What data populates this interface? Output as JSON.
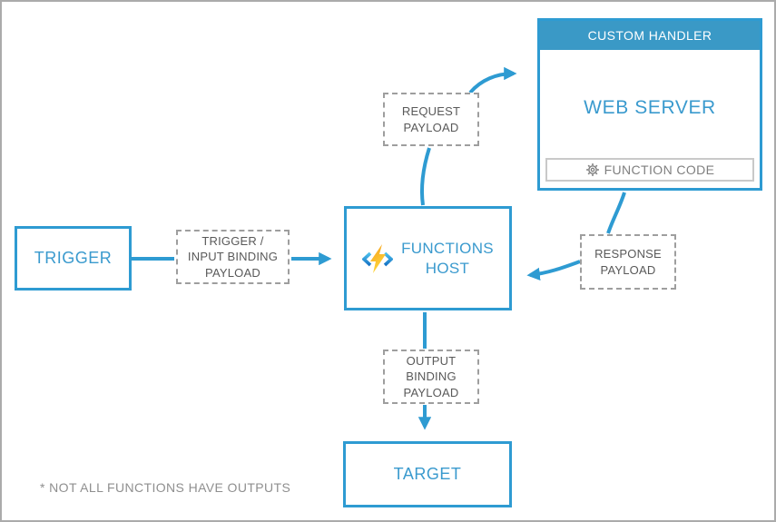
{
  "nodes": {
    "trigger": {
      "label": "TRIGGER"
    },
    "input_binding_payload": {
      "line1": "TRIGGER /",
      "line2": "INPUT BINDING",
      "line3": "PAYLOAD"
    },
    "functions_host": {
      "line1": "FUNCTIONS",
      "line2": "HOST",
      "icon": "azure-functions-lightning-icon"
    },
    "request_payload": {
      "line1": "REQUEST",
      "line2": "PAYLOAD"
    },
    "custom_handler": {
      "header": "CUSTOM HANDLER",
      "web_server": "WEB SERVER",
      "function_code": {
        "label": "FUNCTION CODE",
        "icon": "gear-icon"
      }
    },
    "response_payload": {
      "line1": "RESPONSE",
      "line2": "PAYLOAD"
    },
    "output_binding_payload": {
      "line1": "OUTPUT",
      "line2": "BINDING",
      "line3": "PAYLOAD"
    },
    "target": {
      "label": "TARGET"
    }
  },
  "footnote": "* NOT ALL FUNCTIONS HAVE OUTPUTS",
  "colors": {
    "accent_blue": "#2E9BD2",
    "blue_text": "#3A9ACE",
    "header_fill_blue": "#3A99C6",
    "dashed_border_gray": "#9E9E9E",
    "dashed_text_gray": "#595959",
    "function_code_border_gray": "#C9C9C9",
    "function_code_text_gray": "#7F7F7F",
    "footnote_gray": "#8F8F8F",
    "outer_frame_gray": "#ABABAB",
    "bolt_orange": "#F59B1C",
    "bolt_yellow": "#FFD93B",
    "chevron_blue_light": "#4EC1EC",
    "chevron_blue_dark": "#1673C5"
  }
}
